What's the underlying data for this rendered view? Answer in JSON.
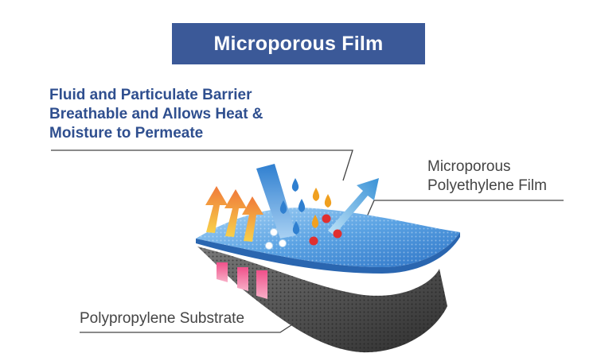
{
  "title": "Microporous Film",
  "barrier_text": {
    "line1": "Fluid and Particulate Barrier",
    "line2": "Breathable and Allows Heat &",
    "line3": "Moisture to Permeate"
  },
  "labels": {
    "film_line1": "Microporous",
    "film_line2": "Polyethylene Film",
    "substrate": "Polypropylene Substrate"
  },
  "colors": {
    "banner": "#3b5998",
    "heading_text": "#2f4f8f",
    "film": "#4a90d9",
    "substrate": "#555555",
    "heat_arrows": "#f5a04a",
    "droplets_water": "#2f7fd0",
    "droplets_oil": "#f0a020",
    "particles": "#e03030"
  },
  "icons": [
    "heat-arrow-icon",
    "water-droplet-icon",
    "oil-droplet-icon",
    "particle-icon",
    "vapor-arrow-icon"
  ]
}
